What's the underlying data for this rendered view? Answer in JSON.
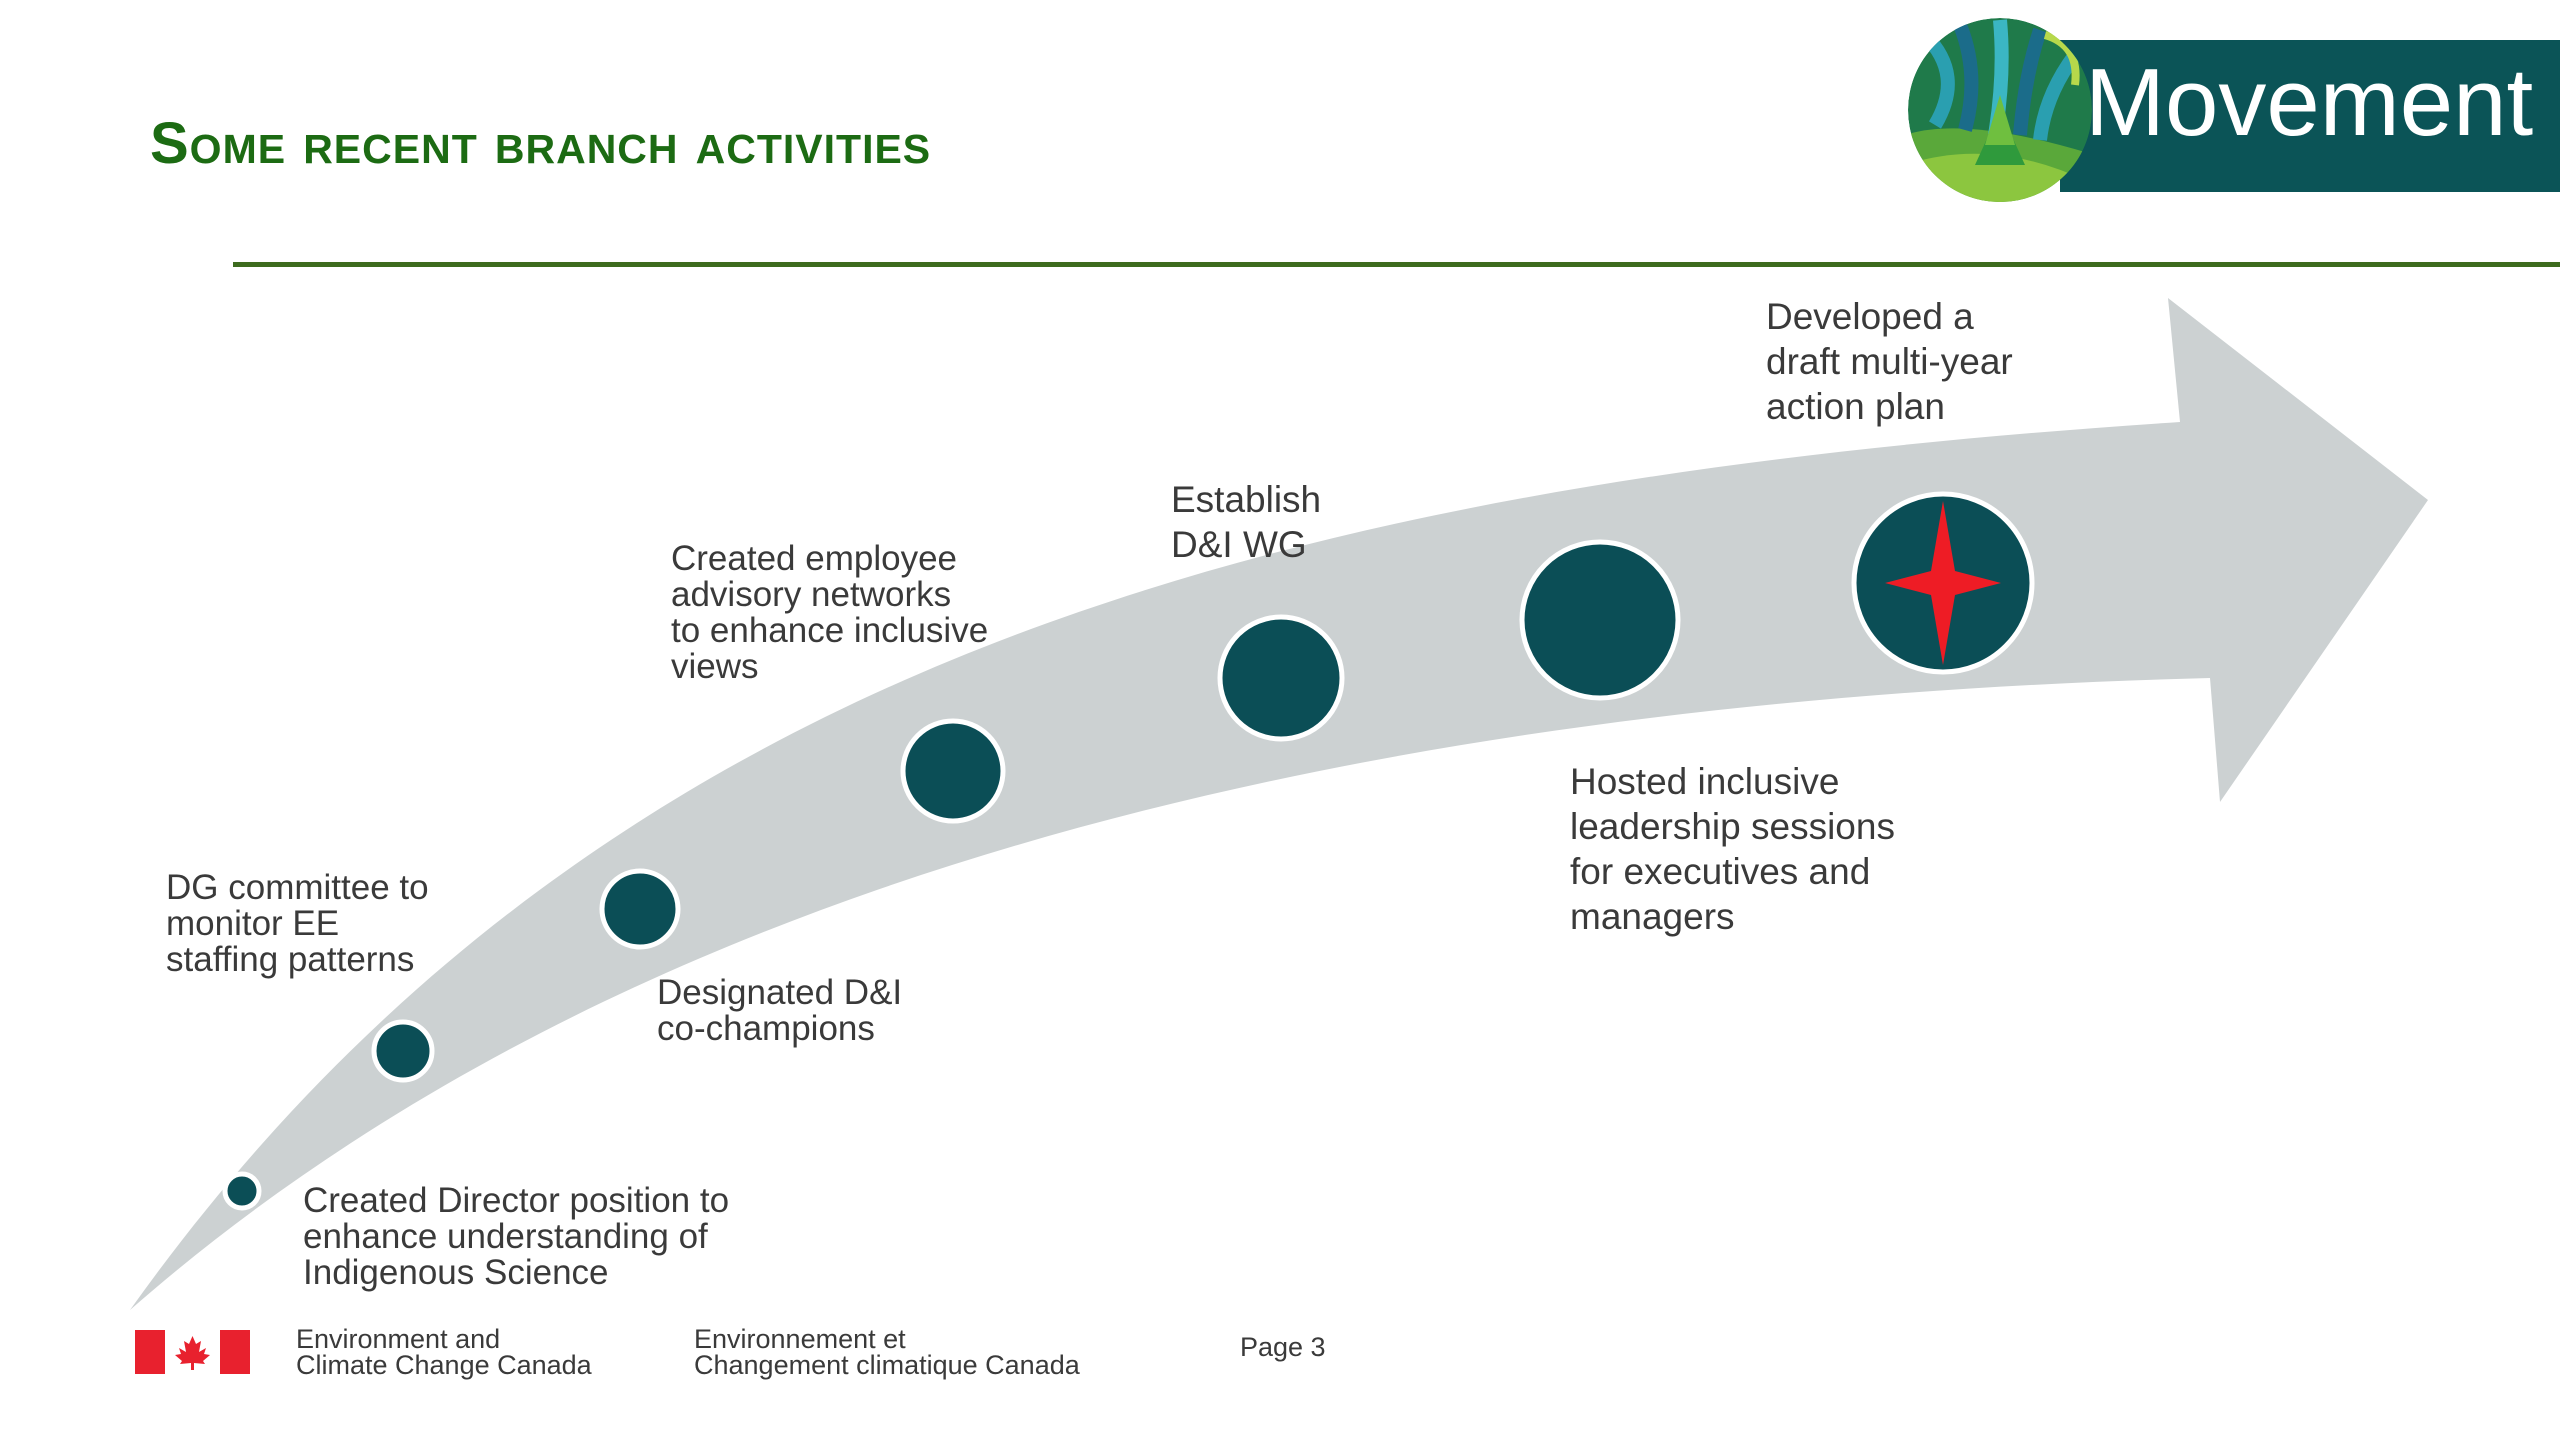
{
  "slide": {
    "title": "Some recent branch activities"
  },
  "logo": {
    "text": "Movement",
    "banner_color": "#0b5457"
  },
  "timeline": {
    "arrow_color": "#ccd1d2",
    "dot_color": "#0b4e56",
    "star_color": "#ee1c25",
    "activities": [
      {
        "label": "Created Director position to\nenhance understanding of\nIndigenous Science"
      },
      {
        "label": "DG committee to\nmonitor EE\nstaffing patterns"
      },
      {
        "label": "Designated D&I\nco-champions"
      },
      {
        "label": "Created employee\nadvisory networks\nto enhance inclusive\nviews"
      },
      {
        "label": "Establish\nD&I WG"
      },
      {
        "label": "Hosted inclusive\nleadership sessions\nfor executives and\nmanagers"
      },
      {
        "label": "Developed a\ndraft multi-year\naction plan"
      }
    ]
  },
  "footer": {
    "org_en": "Environment and\nClimate Change Canada",
    "org_fr": "Environnement et\nChangement climatique Canada",
    "page": "Page 3"
  }
}
